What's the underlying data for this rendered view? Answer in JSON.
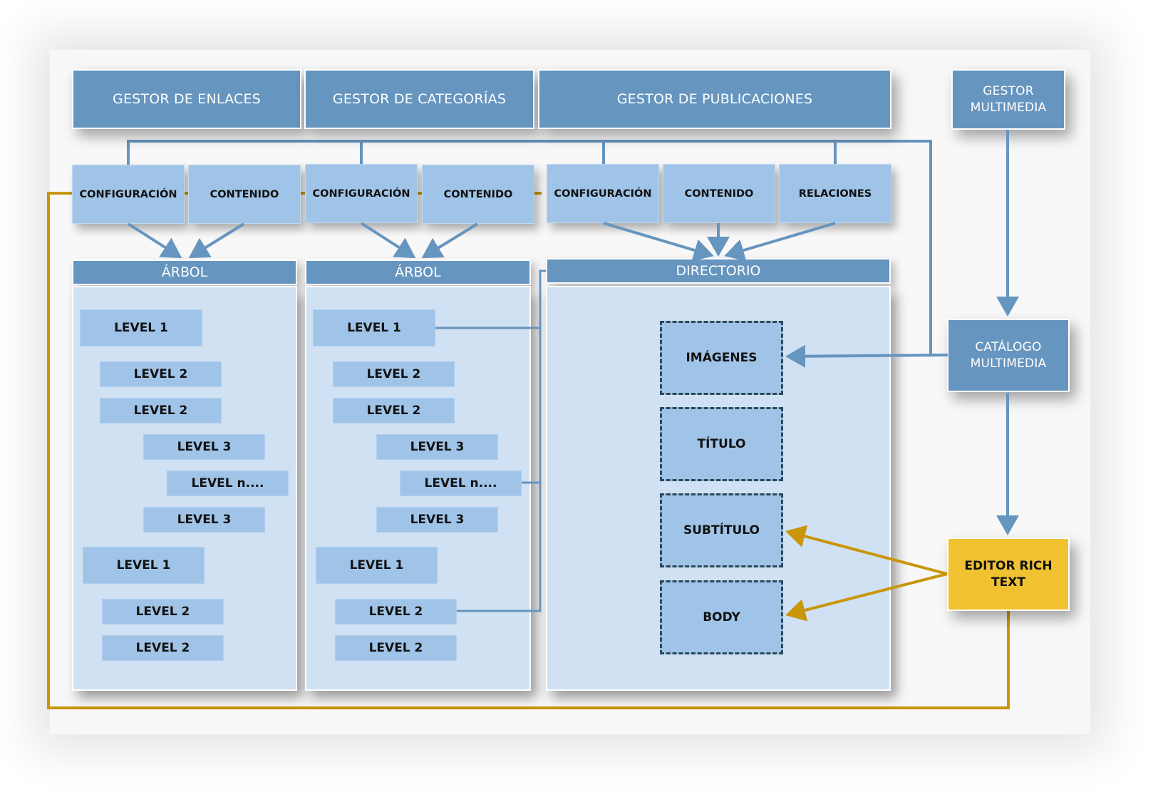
{
  "colors": {
    "header_blue": "#6695bf",
    "light_blue": "#9fc4e8",
    "panel_blue": "#cfe1f2",
    "connector_blue": "#6695bf",
    "connector_gold": "#c9960a",
    "editor_yellow": "#f0c232"
  },
  "managers": {
    "enlaces": "GESTOR DE ENLACES",
    "categorias": "GESTOR DE CATEGORÍAS",
    "publicaciones": "GESTOR DE PUBLICACIONES",
    "multimedia_line1": "GESTOR",
    "multimedia_line2": "MULTIMEDIA"
  },
  "subsections": {
    "enlaces": [
      "CONFIGURACIÓN",
      "CONTENIDO"
    ],
    "categorias": [
      "CONFIGURACIÓN",
      "CONTENIDO"
    ],
    "publicaciones": [
      "CONFIGURACIÓN",
      "CONTENIDO",
      "RELACIONES"
    ]
  },
  "panels": {
    "arbol_enlaces": {
      "title": "ÁRBOL",
      "levels": [
        "LEVEL 1",
        "LEVEL 2",
        "LEVEL 2",
        "LEVEL 3",
        "LEVEL n....",
        "LEVEL 3",
        "LEVEL 1",
        "LEVEL 2",
        "LEVEL 2"
      ]
    },
    "arbol_categorias": {
      "title": "ÁRBOL",
      "levels": [
        "LEVEL 1",
        "LEVEL 2",
        "LEVEL 2",
        "LEVEL 3",
        "LEVEL n....",
        "LEVEL 3",
        "LEVEL 1",
        "LEVEL 2",
        "LEVEL 2"
      ]
    },
    "directorio": {
      "title": "DIRECTORIO",
      "fields": [
        "IMÁGENES",
        "TÍTULO",
        "SUBTÍTULO",
        "BODY"
      ]
    }
  },
  "catalogo": {
    "line1": "CATÁLOGO",
    "line2": "MULTIMEDIA"
  },
  "editor": {
    "line1": "EDITOR RICH",
    "line2": "TEXT"
  }
}
